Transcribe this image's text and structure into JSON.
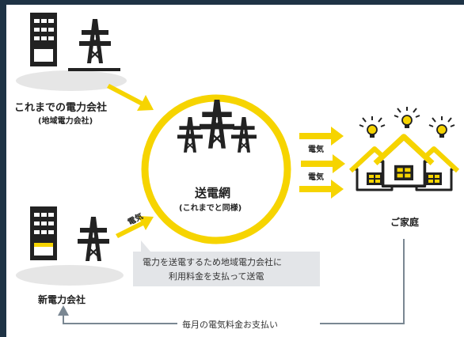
{
  "colors": {
    "frame": "#1e3345",
    "accent_yellow": "#f6d400",
    "dark": "#222222",
    "ground": "#e6e6e6",
    "note_bg": "#e3e5e8",
    "line_gray": "#7a8792"
  },
  "icons": [
    "office-building-icon",
    "power-tower-icon",
    "house-icon",
    "light-bulb-icon"
  ],
  "nodes": {
    "old_company": {
      "title": "これまでの電力会社",
      "sub": "(地域電力会社)"
    },
    "grid": {
      "title": "送電網",
      "sub": "(これまでと同様)"
    },
    "home": {
      "title": "ご家庭"
    },
    "new_company": {
      "title": "新電力会社"
    }
  },
  "arrows": {
    "new_to_grid": "電気",
    "grid_to_home_1": "電気",
    "grid_to_home_2": "電気"
  },
  "note": {
    "line1": "電力を送電するため地域電力会社に",
    "line2": "利用料金を支払って送電"
  },
  "payment": {
    "label": "毎月の電気料金お支払い"
  }
}
